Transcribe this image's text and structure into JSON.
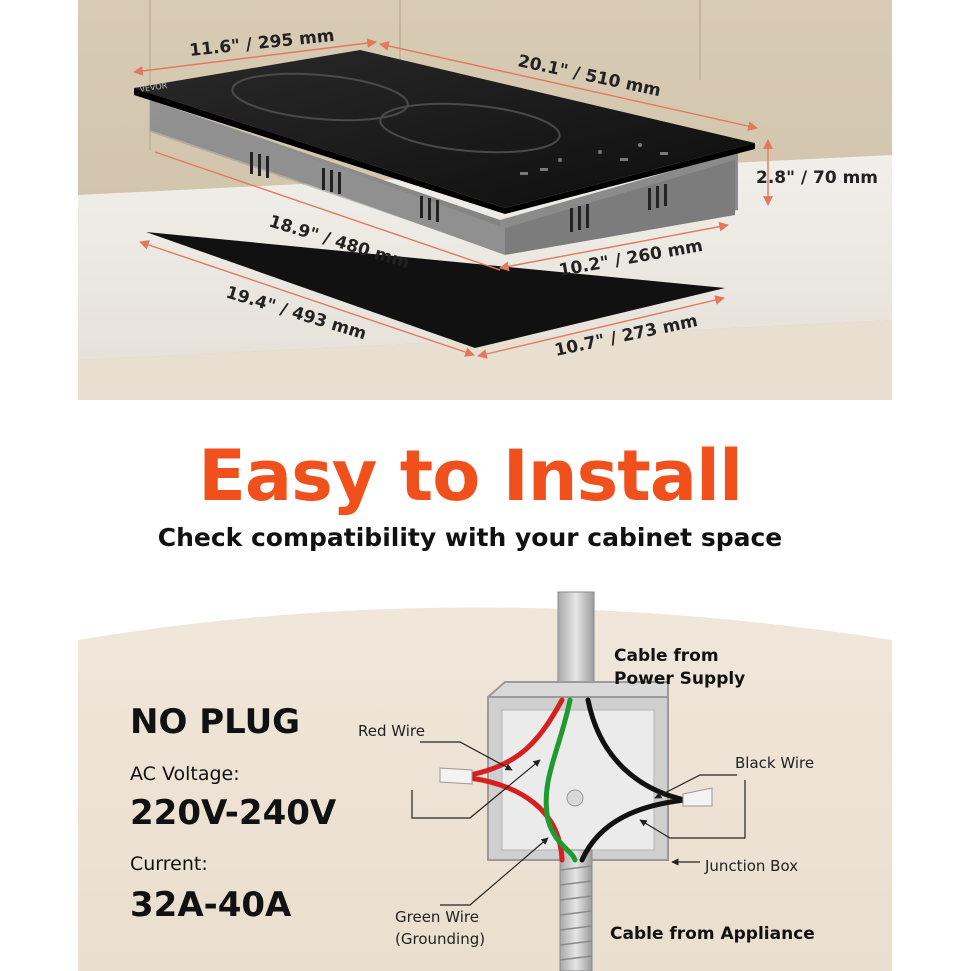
{
  "dimensions": {
    "top_width": "11.6\" / 295 mm",
    "top_length": "20.1\" / 510 mm",
    "height": "2.8\" / 70 mm",
    "cutout_length": "18.9\" / 480 mm",
    "cutout_width": "10.2\" / 260 mm",
    "base_length": "19.4\" / 493 mm",
    "base_width": "10.7\" / 273 mm"
  },
  "brand": "VEVOR",
  "headline": "Easy to Install",
  "subheadline": "Check compatibility with your cabinet space",
  "specs": {
    "plug": "NO PLUG",
    "voltage_label": "AC Voltage:",
    "voltage_value": "220V-240V",
    "current_label": "Current:",
    "current_value": "32A-40A"
  },
  "wiring": {
    "cable_supply_line1": "Cable from",
    "cable_supply_line2": "Power Supply",
    "red_wire": "Red Wire",
    "black_wire": "Black Wire",
    "junction_box": "Junction Box",
    "green_wire_line1": "Green Wire",
    "green_wire_line2": "(Grounding)",
    "cable_appliance": "Cable from Appliance"
  },
  "colors": {
    "accent": "#f0501c",
    "red_wire": "#d62020",
    "green_wire": "#1f9a2f",
    "black_wire": "#111111",
    "dimension_line": "#e07a5f"
  }
}
